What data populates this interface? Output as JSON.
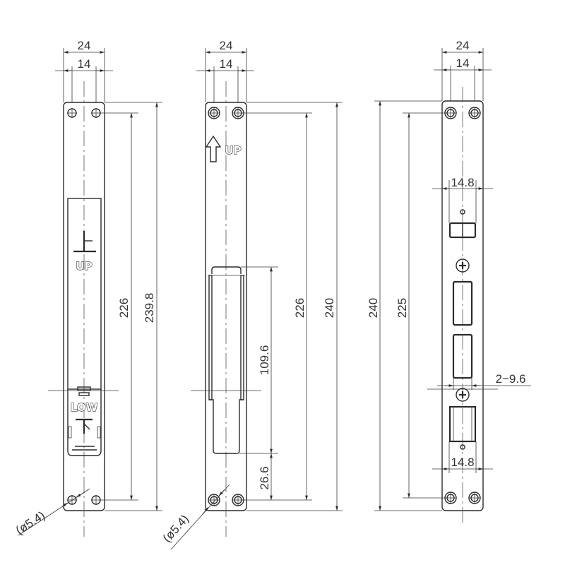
{
  "drawing": {
    "views": [
      {
        "id": "left",
        "name": "strike-plate-with-case",
        "width_outer": "24",
        "width_holes": "14",
        "height_holes": "226",
        "height_total": "239.8",
        "hole_diameter": "(ø5.4)",
        "markings": [
          "UP",
          "LOW"
        ]
      },
      {
        "id": "middle",
        "name": "strike-plate-with-slot",
        "width_outer": "24",
        "width_holes": "14",
        "height_holes": "226",
        "height_total": "240",
        "slot_length": "109.6",
        "slot_offset_bottom": "26.6",
        "hole_diameter": "(ø5.4)",
        "markings": [
          "UP"
        ]
      },
      {
        "id": "right",
        "name": "lock-faceplate",
        "width_outer": "24",
        "width_holes": "14",
        "height_total": "240",
        "height_holes": "225",
        "latch_width_top": "14.8",
        "latch_width_bottom": "14.8",
        "bolt_spec": "2−9.6"
      }
    ]
  }
}
